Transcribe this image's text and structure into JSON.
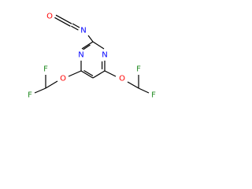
{
  "molecule": {
    "atoms": [
      {
        "id": "O1",
        "symbol": "O",
        "color": "#ff0000"
      },
      {
        "id": "C1",
        "symbol": "C",
        "color": "#000000"
      },
      {
        "id": "N1",
        "symbol": "N",
        "color": "#0000ff"
      },
      {
        "id": "N2",
        "symbol": "N",
        "color": "#0000ff"
      },
      {
        "id": "N3",
        "symbol": "N",
        "color": "#0000ff"
      },
      {
        "id": "O2",
        "symbol": "O",
        "color": "#ff0000"
      },
      {
        "id": "O3",
        "symbol": "O",
        "color": "#ff0000"
      },
      {
        "id": "F1",
        "symbol": "F",
        "color": "#228b22"
      },
      {
        "id": "F2",
        "symbol": "F",
        "color": "#228b22"
      },
      {
        "id": "F3",
        "symbol": "F",
        "color": "#228b22"
      },
      {
        "id": "F4",
        "symbol": "F",
        "color": "#228b22"
      }
    ],
    "bond_color": "#000000"
  }
}
